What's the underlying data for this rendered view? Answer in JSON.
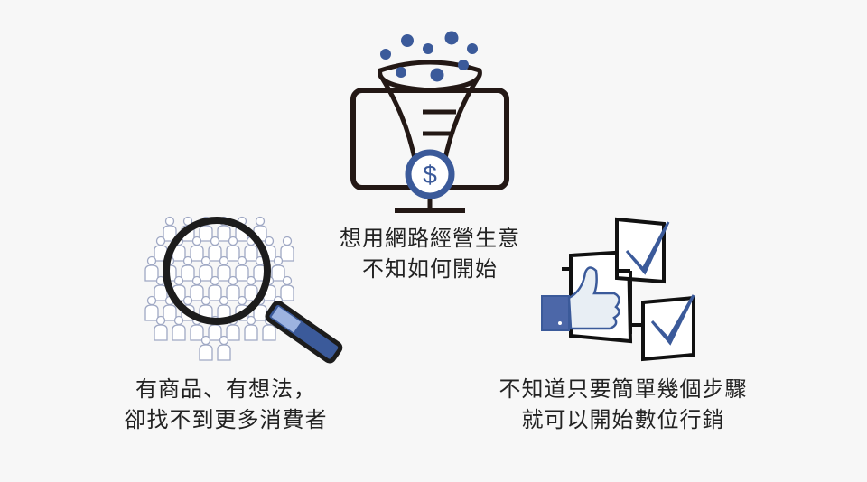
{
  "colors": {
    "accent": "#3b5a9a",
    "line": "#231815",
    "crowd": "#9fa8c4",
    "background": "#f7f7f7"
  },
  "icons": [
    "funnel-monitor-icon",
    "dollar-coin-icon",
    "magnifier-crowd-icon",
    "thumbs-up-checklist-icon"
  ],
  "center": {
    "coin_symbol": "$",
    "line1": "想用網路經營生意",
    "line2": "不知如何開始"
  },
  "left": {
    "line1": "有商品、有想法，",
    "line2": "卻找不到更多消費者"
  },
  "right": {
    "line1": "不知道只要簡單幾個步驟",
    "line2": "就可以開始數位行銷"
  }
}
